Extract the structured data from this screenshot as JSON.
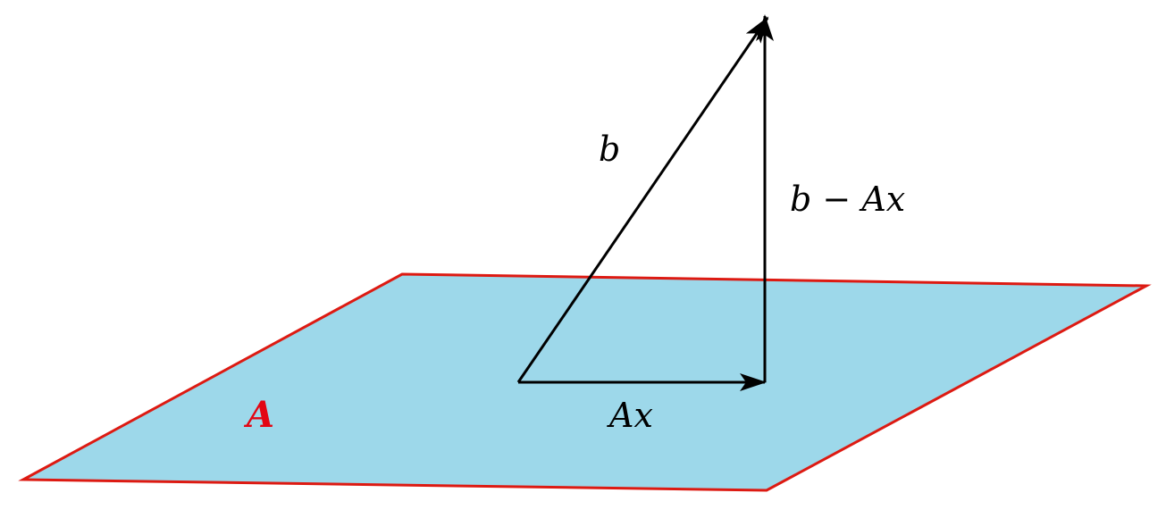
{
  "diagram": {
    "labels": {
      "plane": "A",
      "b": "b",
      "b_minus_ax": "b − Ax",
      "ax": "Ax"
    },
    "colors": {
      "plane_fill": "#9dd8ea",
      "plane_edge": "#dd1a12",
      "plane_label": "#e30613",
      "arrows": "#000000"
    }
  }
}
